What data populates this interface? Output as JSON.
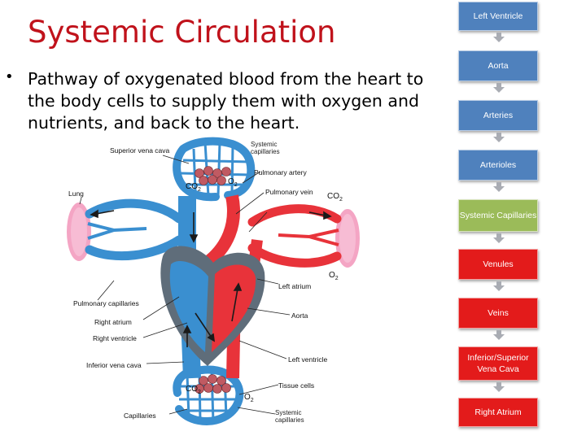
{
  "slide": {
    "title": "Systemic Circulation",
    "bullet": "Pathway of oxygenated blood from the heart to the body cells to supply them with oxygen and nutrients, and back to the heart."
  },
  "diagram": {
    "labels": {
      "superior_vena_cava": "Superior vena cava",
      "systemic_capillaries_top": "Systemic capillaries",
      "pulmonary_artery": "Pulmonary artery",
      "pulmonary_vein": "Pulmonary vein",
      "lung": "Lung",
      "left_atrium": "Left atrium",
      "pulmonary_capillaries": "Pulmonary capillaries",
      "right_atrium": "Right atrium",
      "right_ventricle": "Right ventricle",
      "aorta": "Aorta",
      "left_ventricle": "Left ventricle",
      "inferior_vena_cava": "Inferior vena cava",
      "tissue_cells": "Tissue cells",
      "capillaries": "Capillaries",
      "systemic_capillaries_bottom": "Systemic capillaries"
    },
    "gases": {
      "co2": "CO",
      "o2": "O",
      "sub": "2"
    }
  },
  "flowchart": {
    "steps": [
      {
        "label": "Left Ventricle",
        "color": "#4f81bd"
      },
      {
        "label": "Aorta",
        "color": "#4f81bd"
      },
      {
        "label": "Arteries",
        "color": "#4f81bd"
      },
      {
        "label": "Arterioles",
        "color": "#4f81bd"
      },
      {
        "label": "Systemic Capillaries",
        "color": "#9bbb59"
      },
      {
        "label": "Venules",
        "color": "#e31b1b"
      },
      {
        "label": "Veins",
        "color": "#e31b1b"
      },
      {
        "label": "Inferior/Superior Vena Cava",
        "color": "#e31b1b"
      },
      {
        "label": "Right Atrium",
        "color": "#e31b1b"
      }
    ]
  }
}
